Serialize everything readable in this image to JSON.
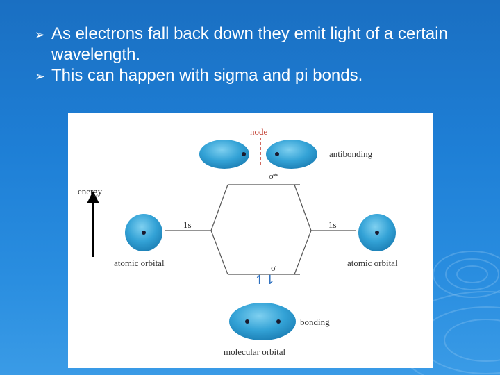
{
  "slide": {
    "bullets": [
      {
        "marker": "➢",
        "text": "As electrons fall back down they emit light of a certain wavelength."
      },
      {
        "marker": "➢",
        "text": "This can happen with sigma and pi bonds."
      }
    ]
  },
  "diagram": {
    "energy_label": "energy",
    "node_label": "node",
    "antibonding_label": "antibonding",
    "sigma_star_label": "σ*",
    "sigma_label": "σ",
    "orbital_1s_left": "1s",
    "orbital_1s_right": "1s",
    "atomic_orbital_left": "atomic orbital",
    "atomic_orbital_right": "atomic orbital",
    "bonding_label": "bonding",
    "molecular_orbital_label": "molecular orbital",
    "electron_pair": "↿⇂"
  },
  "colors": {
    "background": "#1e7fd6",
    "orbital_fill": "#35a3d6",
    "node_line": "#c0392b",
    "electron_arrows": "#2c6fbf"
  }
}
